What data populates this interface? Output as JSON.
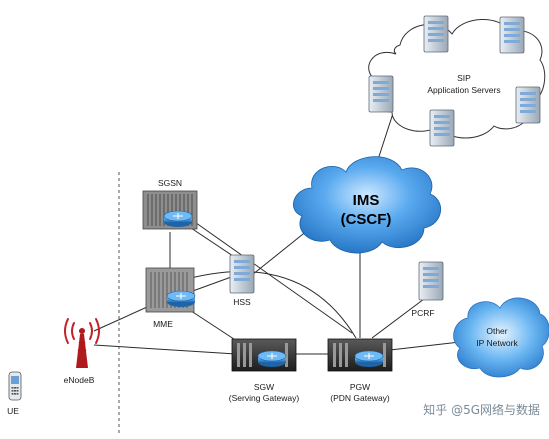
{
  "labels": {
    "sip_line1": "SIP",
    "sip_line2": "Application Servers",
    "ims_line1": "IMS",
    "ims_line2": "(CSCF)",
    "sgsn": "SGSN",
    "hss": "HSS",
    "mme": "MME",
    "pcrf": "PCRF",
    "other_line1": "Other",
    "other_line2": "IP Network",
    "enodeb": "eNodeB",
    "ue": "UE",
    "sgw": "SGW",
    "sgw_sub": "(Serving Gateway)",
    "pgw": "PGW",
    "pgw_sub": "(PDN Gateway)"
  },
  "watermark": "知乎 @5G网络与数据",
  "colors": {
    "cloud_blue": "#2f88d8",
    "router_blue": "#3a8fcf",
    "server_grey": "#c9d2dc",
    "line": "#2b2b2b"
  },
  "icons": {
    "router": "router-icon",
    "server": "server-icon",
    "antenna": "antenna-tower-icon",
    "phone": "mobile-phone-icon"
  }
}
